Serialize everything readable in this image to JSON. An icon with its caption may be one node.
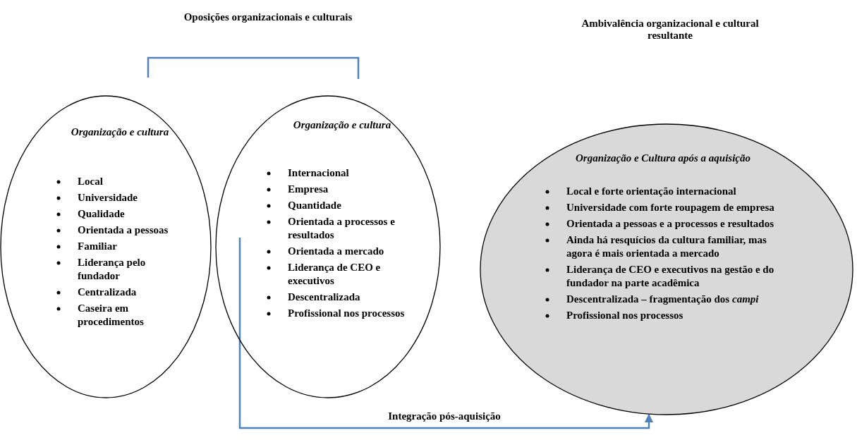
{
  "diagram": {
    "nodes": [
      {
        "text": [
          "Organização e cultura",
          "Local",
          "Universidade",
          "Qualidade",
          "Orientada a pessoas",
          "Familiar",
          "Liderança pelo fundador",
          "Centralizada",
          "Caseira em procedimentos"
        ]
      },
      {
        "text": [
          "Organização e cultura",
          "Internacional",
          "Empresa",
          "Quantidade",
          "Orientada a processos e resultados",
          "Orientada a mercado",
          "Liderança de CEO e executivos",
          "Descentralizada",
          "Profissional nos processos"
        ]
      },
      {
        "text": [
          "Organização e Cultura após a aquisição",
          "Local e forte orientação internacional",
          "Universidade com forte roupagem de empresa",
          "Orientada a pessoas e a processos e resultados",
          "Ainda há resquícios da cultura familiar, mas agora é mais orientada a mercado",
          "Liderança de CEO e executivos na gestão e do fundador na parte acadêmica",
          "Descentralizada – fragmentação dos *campi*",
          "Profissional nos processos"
        ]
      }
    ],
    "edges": [
      {
        "from": 0,
        "to": 1,
        "arrow": "none",
        "label": "Oposições organizacionais e culturais"
      },
      {
        "from": 1,
        "to": 2,
        "arrow": "to",
        "label": "Integração pós-aquisição"
      }
    ],
    "labels": [
      "Ambivalência organizacional e cultural resultante"
    ]
  }
}
